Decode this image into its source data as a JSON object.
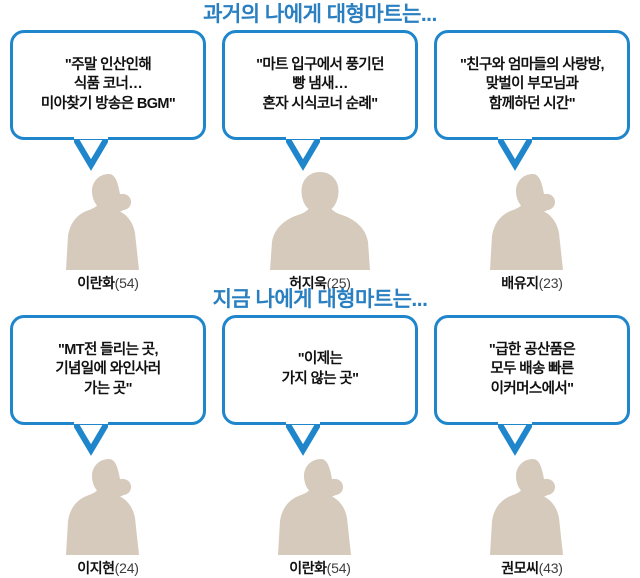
{
  "theme": {
    "bubble_border": "#1f86cc",
    "title_color": "#2a7fc1",
    "silhouette_color": "#d5cabb",
    "text_color": "#111111",
    "background": "#ffffff"
  },
  "sections": [
    {
      "id": "past",
      "title": "과거의 나에게 대형마트는...",
      "cards": [
        {
          "quote": "\"주말 인산인해\n식품 코너…\n미아찾기 방송은 BGM\"",
          "name": "이란화",
          "age": "(54)",
          "figure": "female-silhouette"
        },
        {
          "quote": "\"마트 입구에서 풍기던\n빵 냄새…\n혼자 시식코너 순례\"",
          "name": "허지욱",
          "age": "(25)",
          "figure": "male-silhouette"
        },
        {
          "quote": "\"친구와 엄마들의 사랑방,\n맞벌이 부모님과\n함께하던 시간\"",
          "name": "배유지",
          "age": "(23)",
          "figure": "female-silhouette"
        }
      ]
    },
    {
      "id": "now",
      "title": "지금 나에게 대형마트는...",
      "cards": [
        {
          "quote": "\"MT전 들리는 곳,\n기념일에 와인사러\n가는 곳\"",
          "name": "이지현",
          "age": "(24)",
          "figure": "female-silhouette"
        },
        {
          "quote": "\"이제는\n가지 않는 곳\"",
          "name": "이란화",
          "age": "(54)",
          "figure": "female-silhouette"
        },
        {
          "quote": "\"급한 공산품은\n모두 배송 빠른\n이커머스에서\"",
          "name": "권모씨",
          "age": "(43)",
          "figure": "female-silhouette"
        }
      ]
    }
  ]
}
